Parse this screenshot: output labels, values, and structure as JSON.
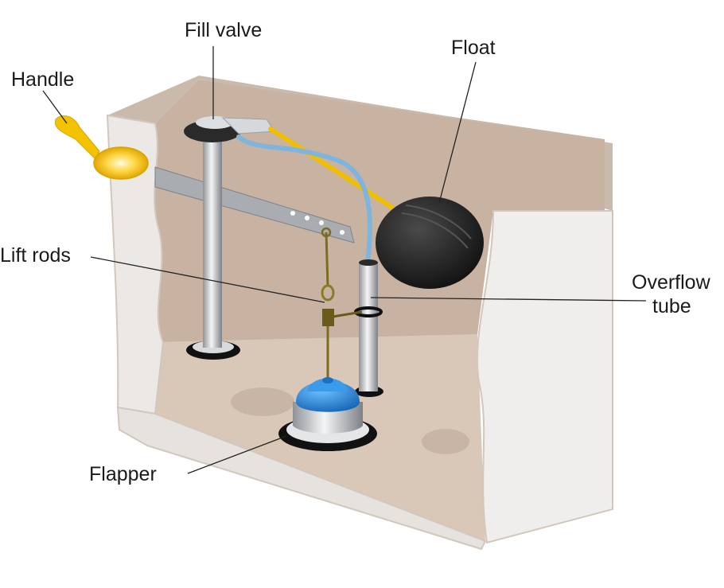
{
  "labels": {
    "fill_valve": "Fill valve",
    "float": "Float",
    "handle": "Handle",
    "lift_rods": "Lift rods",
    "overflow_line1": "Overflow",
    "overflow_line2": "tube",
    "flapper": "Flapper"
  },
  "colors": {
    "tank_wall": "#e9e6e3",
    "tank_rim": "#c8b9aa",
    "tank_interior": "#d2c2b4",
    "tank_floor": "#d8c7b7",
    "handle": "#f5c400",
    "float": "#2b2b2b",
    "flapper": "#2f8fe0",
    "tube": "#b9bcc0",
    "rod": "#8b7a2e"
  }
}
